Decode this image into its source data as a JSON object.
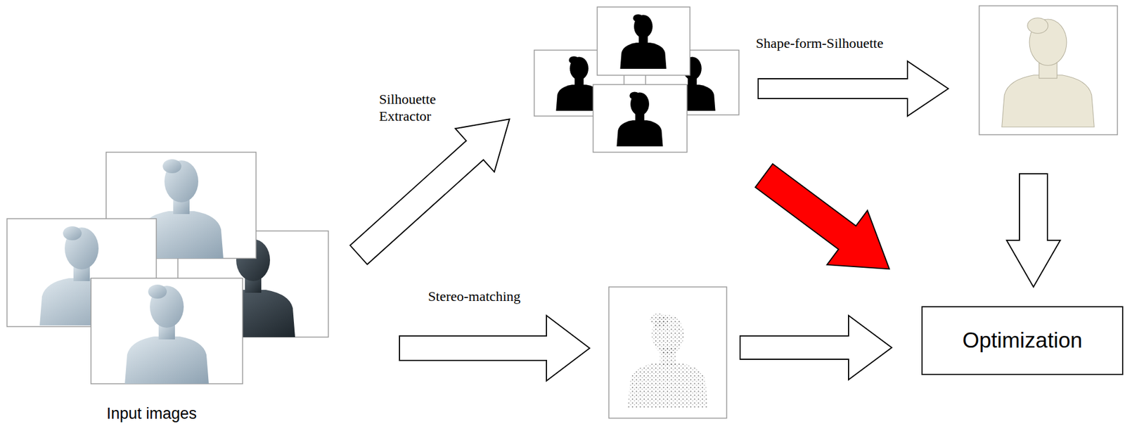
{
  "diagram": {
    "nodes": [
      {
        "text": [
          "Optimization"
        ]
      }
    ],
    "labels": [
      "Input images",
      "Silhouette Extractor",
      "Shape-form-Silhouette",
      "Stereo-matching"
    ]
  }
}
